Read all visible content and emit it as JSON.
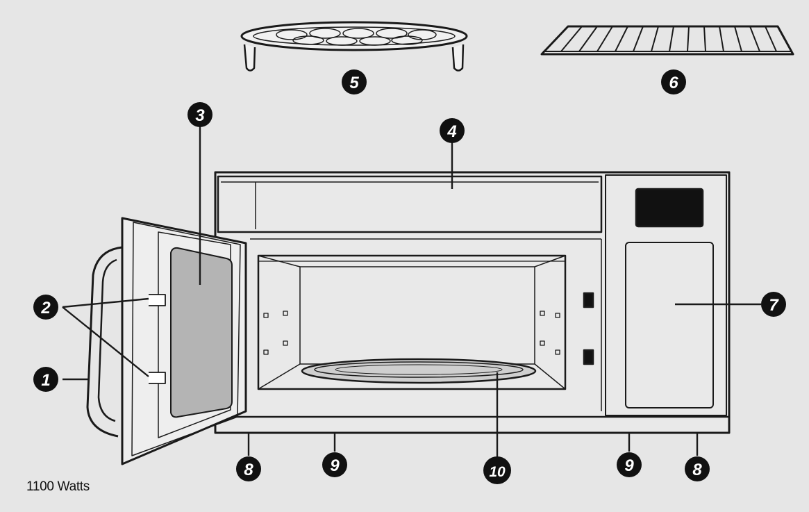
{
  "callouts": [
    {
      "id": "1",
      "label": "1"
    },
    {
      "id": "2",
      "label": "2"
    },
    {
      "id": "3",
      "label": "3"
    },
    {
      "id": "4",
      "label": "4"
    },
    {
      "id": "5",
      "label": "5"
    },
    {
      "id": "6",
      "label": "6"
    },
    {
      "id": "7",
      "label": "7"
    },
    {
      "id": "8a",
      "label": "8"
    },
    {
      "id": "9a",
      "label": "9"
    },
    {
      "id": "10",
      "label": "10"
    },
    {
      "id": "9b",
      "label": "9"
    },
    {
      "id": "8b",
      "label": "8"
    }
  ],
  "footer": {
    "wattage": "1100 Watts"
  },
  "colors": {
    "background": "#e6e6e6",
    "line": "#1a1a1a",
    "window": "#b4b4b4",
    "display": "#111111",
    "callout": "#111111"
  }
}
